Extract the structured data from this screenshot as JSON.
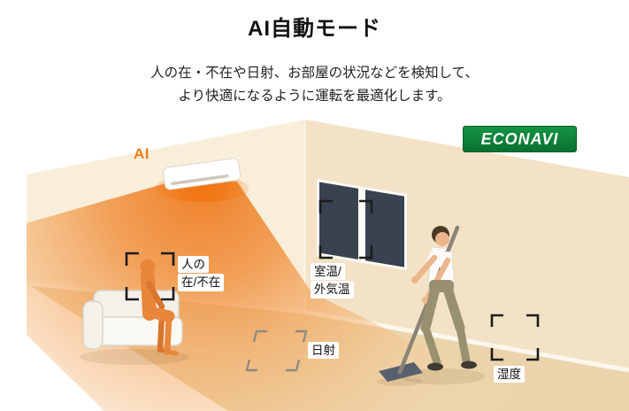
{
  "title": "AI自動モード",
  "subtitle": {
    "line1": "人の在・不在や日射、お部屋の状況などを検知して、",
    "line2": "より快適になるように運転を最適化します。"
  },
  "badges": {
    "econavi": "ECONAVI",
    "ai_label": "AI"
  },
  "sensors": {
    "presence": {
      "line1": "人の",
      "line2": "在/不在"
    },
    "temperature": {
      "line1": "室温/",
      "line2": "外気温"
    },
    "solar": {
      "label": "日射"
    },
    "humidity": {
      "label": "湿度"
    }
  },
  "colors": {
    "accent_orange": "#ee7a1f",
    "econavi_green": "#0e8a3a",
    "wall_left": "#f8eeda",
    "wall_right": "#f3e2c6",
    "floor": "#ebd4ab",
    "bracket_black": "#1c1c1c",
    "bracket_gray": "#8f8b80"
  }
}
